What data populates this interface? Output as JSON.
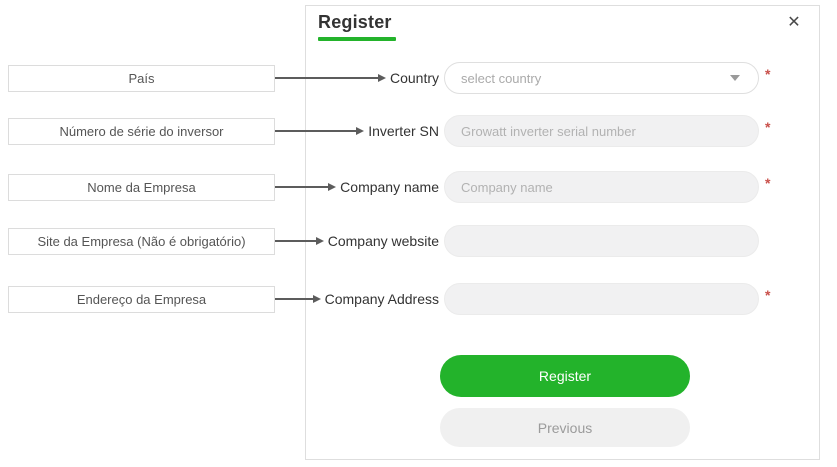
{
  "colors": {
    "accent_green": "#23b32b",
    "required_red": "#c9504a",
    "input_fill_gray": "#f1f1f2"
  },
  "modal": {
    "title": "Register",
    "close_icon": "✕",
    "required_marker": "*",
    "buttons": {
      "register": "Register",
      "previous": "Previous"
    }
  },
  "fields": [
    {
      "annotation": "País",
      "label": "Country",
      "placeholder": "select country",
      "type": "select",
      "required": "*"
    },
    {
      "annotation": "Número de série do inversor",
      "label": "Inverter SN",
      "placeholder": "Growatt inverter serial number",
      "type": "text",
      "required": "*"
    },
    {
      "annotation": "Nome da Empresa",
      "label": "Company name",
      "placeholder": "Company name",
      "type": "text",
      "required": "*"
    },
    {
      "annotation": "Site da Empresa (Não é obrigatório)",
      "label": "Company website",
      "placeholder": "",
      "type": "text",
      "required": ""
    },
    {
      "annotation": "Endereço da Empresa",
      "label": "Company Address",
      "placeholder": "",
      "type": "text",
      "required": "*"
    }
  ]
}
